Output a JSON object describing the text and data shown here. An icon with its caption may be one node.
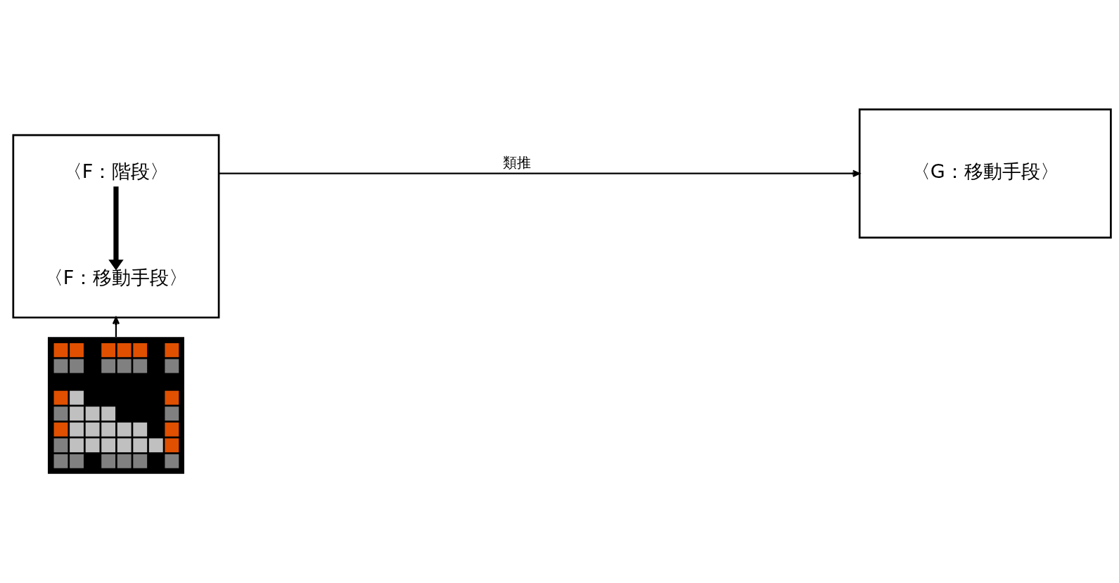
{
  "diagram": {
    "nodes": [
      {
        "text": [],
        "shape": "box"
      },
      {
        "text": [
          "〈F：階段〉"
        ],
        "in": 0
      },
      {
        "text": [
          "〈F：移動手段〉"
        ],
        "in": 0
      },
      {
        "text": [
          "〈G：移動手段〉"
        ]
      },
      {
        "text": [],
        "shape": "picture"
      }
    ],
    "edges": [
      {
        "from": 1,
        "to": 2,
        "arrow": "to",
        "style": "thick"
      },
      {
        "from": 0,
        "to": 3,
        "arrow": "to",
        "label": "類推"
      },
      {
        "from": 4,
        "to": 0,
        "arrow": "to"
      }
    ]
  }
}
